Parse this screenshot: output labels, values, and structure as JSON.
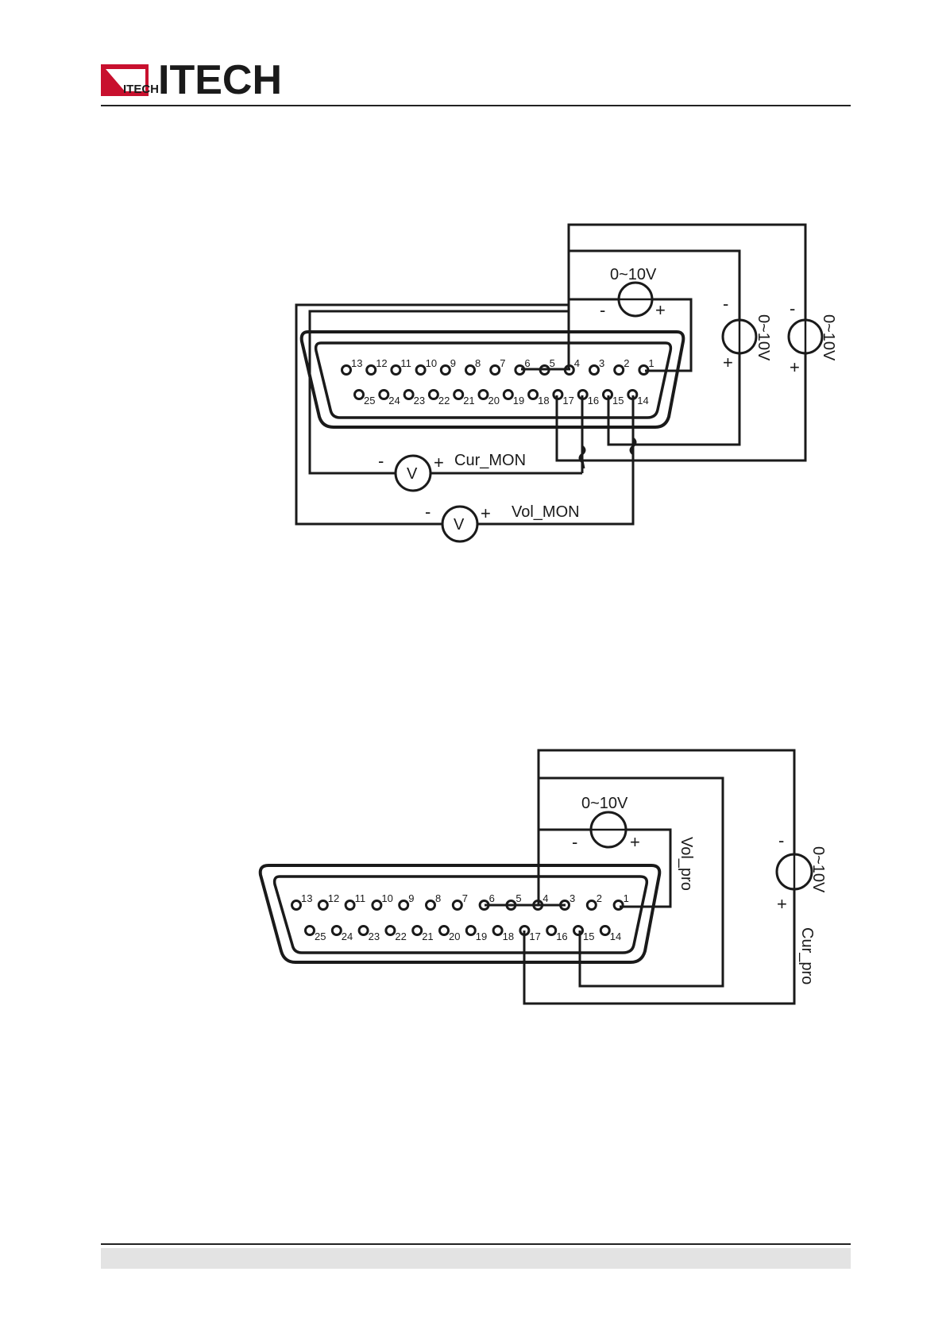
{
  "logo": {
    "mark_text": "ITECH",
    "wordmark": "ITECH",
    "colors": {
      "red": "#c8102e",
      "dark": "#1a1a1a"
    }
  },
  "diagram1": {
    "top_row_pins": [
      "13",
      "12",
      "11",
      "10",
      "9",
      "8",
      "7",
      "6",
      "5",
      "4",
      "3",
      "2",
      "1"
    ],
    "bottom_row_pins": [
      "25",
      "24",
      "23",
      "22",
      "21",
      "20",
      "19",
      "18",
      "17",
      "16",
      "15",
      "14"
    ],
    "source_top": {
      "label": "0~10V",
      "minus": "-",
      "plus": "+"
    },
    "source_mid": {
      "label": "0~10V",
      "minus": "-",
      "plus": "+"
    },
    "source_right": {
      "label": "0~10V",
      "minus": "-",
      "plus": "+"
    },
    "meter_cur": {
      "symbol": "V",
      "minus": "-",
      "plus": "+",
      "label": "Cur_MON"
    },
    "meter_vol": {
      "symbol": "V",
      "minus": "-",
      "plus": "+",
      "label": "Vol_MON"
    }
  },
  "diagram2": {
    "top_row_pins": [
      "13",
      "12",
      "11",
      "10",
      "9",
      "8",
      "7",
      "6",
      "5",
      "4",
      "3",
      "2",
      "1"
    ],
    "bottom_row_pins": [
      "25",
      "24",
      "23",
      "22",
      "21",
      "20",
      "19",
      "18",
      "17",
      "16",
      "15",
      "14"
    ],
    "source_top": {
      "label": "0~10V",
      "minus": "-",
      "plus": "+"
    },
    "source_right": {
      "label": "0~10V",
      "minus": "-",
      "plus": "+"
    },
    "label_vol_pro": "Vol_pro",
    "label_cur_pro": "Cur_pro"
  }
}
